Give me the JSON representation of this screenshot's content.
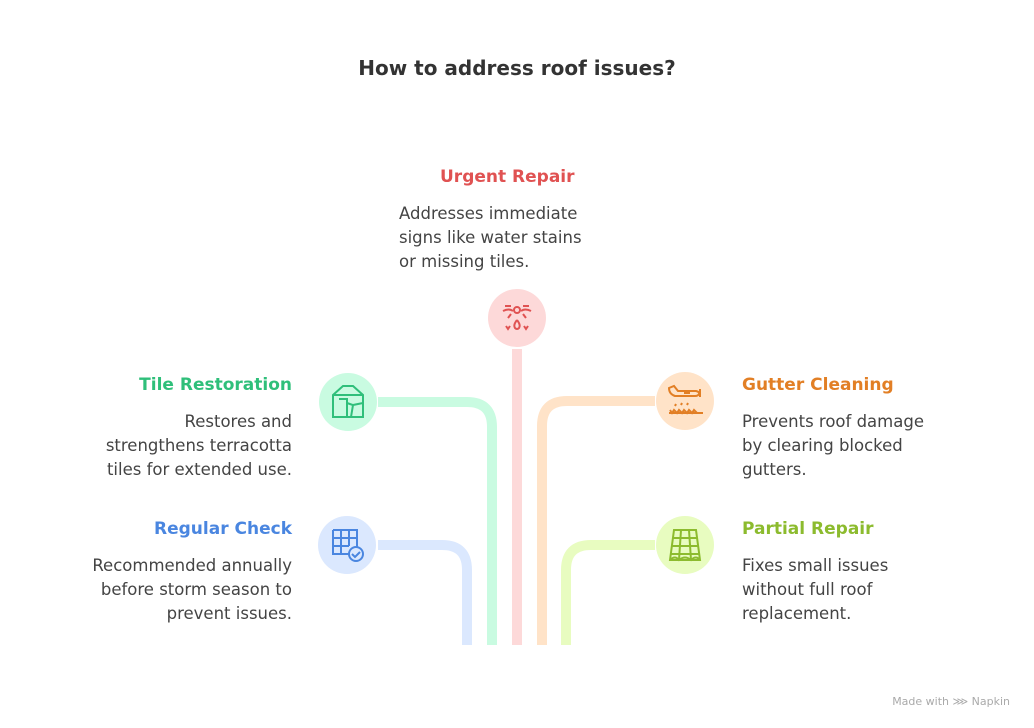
{
  "title": "How to address roof issues?",
  "items": [
    {
      "label": "Urgent Repair",
      "desc": "Addresses immediate\nsigns like water stains\nor missing tiles.",
      "color": "#e05252",
      "bg": "#fdd9d9",
      "icon": "drone-water-drop-icon"
    },
    {
      "label": "Tile Restoration",
      "desc": "Restores and\nstrengthens terracotta\ntiles for extended use.",
      "color": "#2fbf7a",
      "bg": "#c9fbe1",
      "icon": "cracked-roof-tiles-icon"
    },
    {
      "label": "Gutter Cleaning",
      "desc": "Prevents roof damage\nby clearing blocked\ngutters.",
      "color": "#e27f25",
      "bg": "#ffe3c8",
      "icon": "crop-duster-plane-icon"
    },
    {
      "label": "Regular Check",
      "desc": "Recommended annually\nbefore storm season to\nprevent issues.",
      "color": "#4a86e0",
      "bg": "#dbe8fe",
      "icon": "grid-check-icon"
    },
    {
      "label": "Partial Repair",
      "desc": "Fixes small issues\nwithout full roof\nreplacement.",
      "color": "#8cbb2e",
      "bg": "#e8fcc0",
      "icon": "roof-tiles-icon"
    }
  ],
  "footer": "Made with ⋙ Napkin"
}
